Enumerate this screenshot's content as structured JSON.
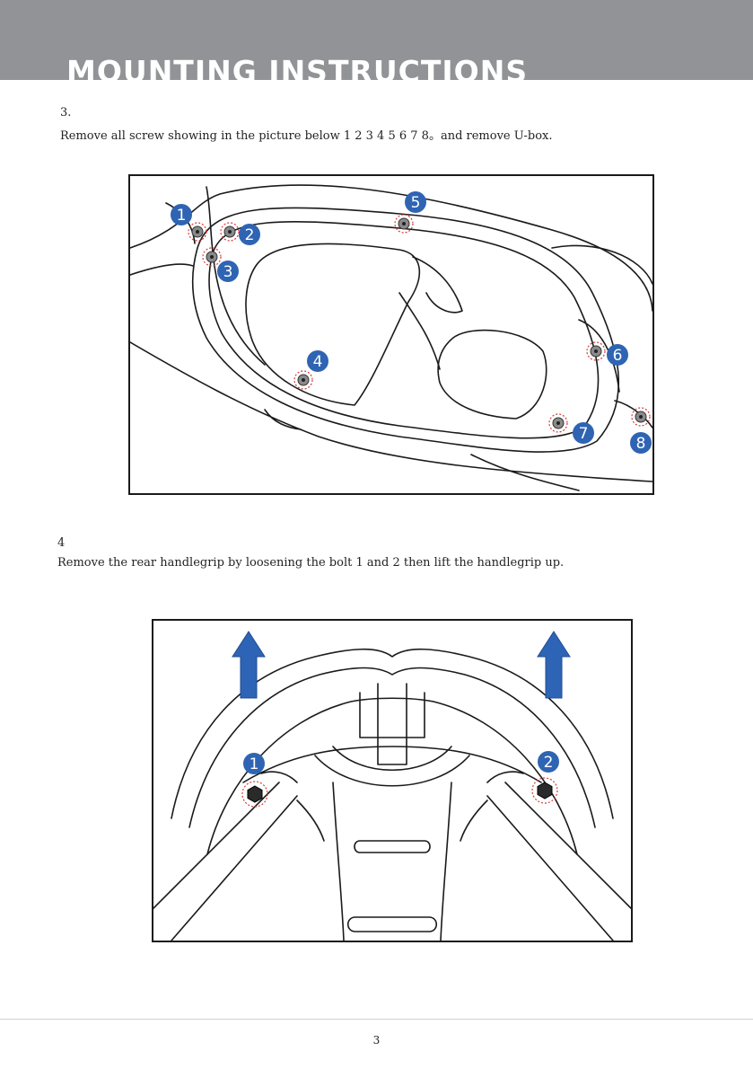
{
  "header": {
    "title": "MOUNTING INSTRUCTIONS"
  },
  "steps": [
    {
      "number": "3.",
      "text": "Remove all screw showing in the picture below 1 2 3 4 5 6 7 8。and remove U-box.",
      "callouts": [
        "1",
        "2",
        "3",
        "4",
        "5",
        "6",
        "7",
        "8"
      ]
    },
    {
      "number": "4",
      "text": "Remove the rear handlegrip by loosening the bolt 1 and 2 then lift the handlegrip up.",
      "callouts": [
        "1",
        "2"
      ]
    }
  ],
  "colors": {
    "header_bg": "#929396",
    "callout": "#2f64b3",
    "arrow": "#2e64b5",
    "marker_ring": "#d23a3a"
  },
  "footer": {
    "page_number": "3"
  }
}
